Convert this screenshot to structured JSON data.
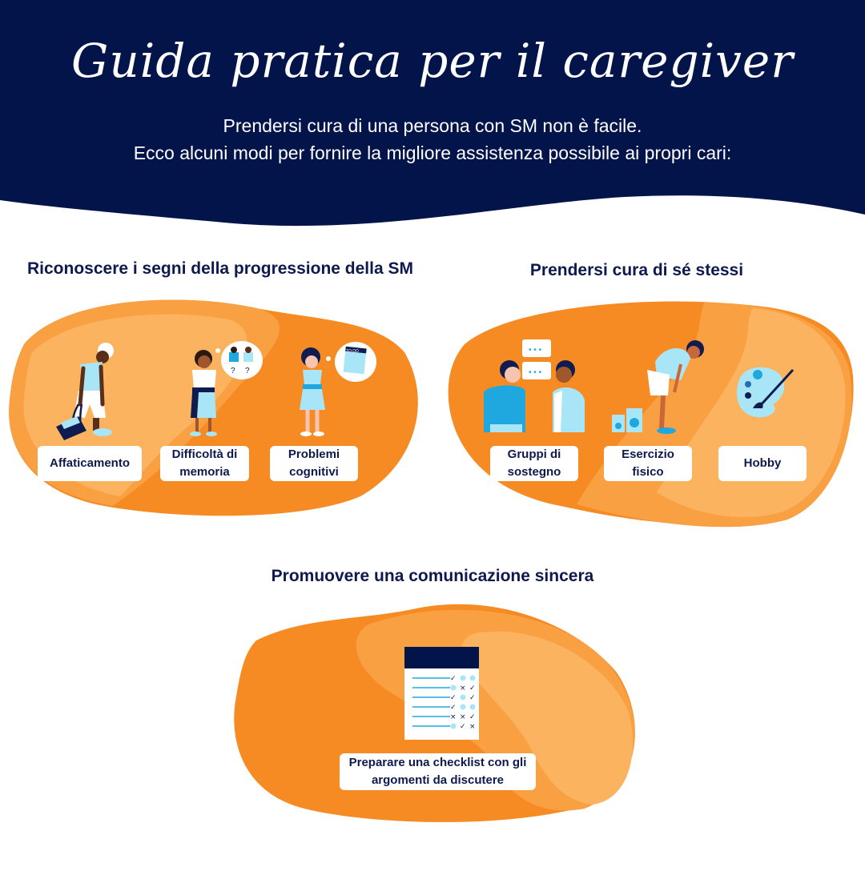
{
  "header": {
    "title": "Guida pratica per il caregiver",
    "subtitle_line1": "Prendersi cura di una persona con SM non è facile.",
    "subtitle_line2": "Ecco alcuni modi per fornire la migliore assistenza possibile ai propri cari:"
  },
  "sections": [
    {
      "title": "Riconoscere i segni della progressione della SM",
      "items": [
        {
          "label": "Affaticamento",
          "icon": "tired-woman-with-bag-illustration"
        },
        {
          "label": "Difficoltà di memoria",
          "icon": "confused-woman-thinking-of-faces-illustration"
        },
        {
          "label": "Problemi cognitivi",
          "icon": "confused-woman-thinking-of-todo-list-illustration"
        }
      ]
    },
    {
      "title": "Prendersi cura di sé stessi",
      "items": [
        {
          "label": "Gruppi di sostegno",
          "icon": "two-people-talking-illustration"
        },
        {
          "label": "Esercizio fisico",
          "icon": "man-resting-with-kettlebells-illustration"
        },
        {
          "label": "Hobby",
          "icon": "paint-palette-brush-illustration"
        }
      ]
    },
    {
      "title": "Promuovere una comunicazione sincera",
      "items": [
        {
          "label": "Preparare una checklist con gli argomenti da discutere",
          "icon": "checklist-illustration"
        }
      ]
    }
  ],
  "todo_bubble_text": "TO DO",
  "colors": {
    "navy": "#02144a",
    "orange_dark": "#f68b24",
    "orange_mid": "#f9a043",
    "orange_light": "#fbb35f",
    "light_blue": "#a8e6f7",
    "blue": "#1fa8df"
  }
}
